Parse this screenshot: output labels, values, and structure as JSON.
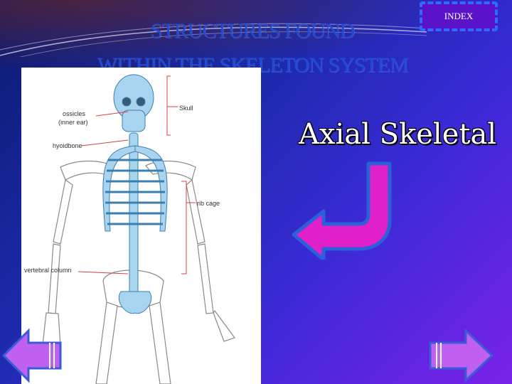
{
  "slide": {
    "title_line1": "STRUCTURES FOUND",
    "title_line2": "WITHIN THE SKELETON SYSTEM",
    "index_button": "INDEX",
    "caption": "Axial Skeletal"
  },
  "diagram": {
    "labels": {
      "skull": "Skull",
      "ossicles_1": "ossicles",
      "ossicles_2": "(inner ear)",
      "hyoid": "hyoidbone",
      "ribcage": "rib cage",
      "vertebral": "vertebral column"
    }
  },
  "colors": {
    "axial_bones": "#a9d4ef",
    "appendicular_bones": "#ffffff",
    "label_lines": "#d94040",
    "arrow_fill": "#e020c8",
    "arrow_border": "#2a60d8",
    "nav_button": "#c060f0"
  },
  "icons": {
    "nav_left": "left-arrow-icon",
    "nav_right": "right-arrow-icon",
    "pointer": "down-left-arrow-icon"
  }
}
